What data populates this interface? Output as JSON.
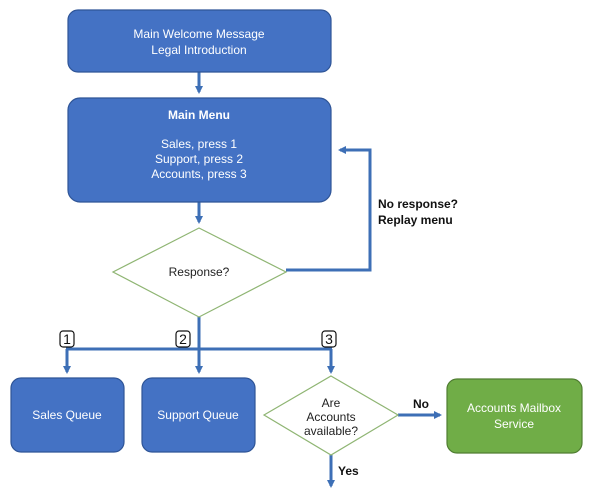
{
  "welcome_box": {
    "line1": "Main Welcome Message",
    "line2": "Legal Introduction"
  },
  "main_menu": {
    "title": "Main Menu",
    "option1": "Sales, press 1",
    "option2": "Support, press 2",
    "option3": "Accounts, press 3"
  },
  "response_decision": {
    "label": "Response?"
  },
  "no_response_label": {
    "line1": "No response?",
    "line2": "Replay menu"
  },
  "branch_numbers": [
    "1",
    "2",
    "3"
  ],
  "sales_queue": {
    "label": "Sales Queue"
  },
  "support_queue": {
    "label": "Support Queue"
  },
  "accounts_decision": {
    "line1": "Are",
    "line2": "Accounts",
    "line3": "available?"
  },
  "no_label": "No",
  "yes_label": "Yes",
  "mailbox": {
    "line1": "Accounts Mailbox",
    "line2": "Service"
  },
  "colors": {
    "blue_box": "#4472c4",
    "blue_border": "#2f5597",
    "green_box": "#70ad47",
    "green_border": "#507e32",
    "connector": "#3d6fb6",
    "diamond_border": "#8fb573"
  }
}
